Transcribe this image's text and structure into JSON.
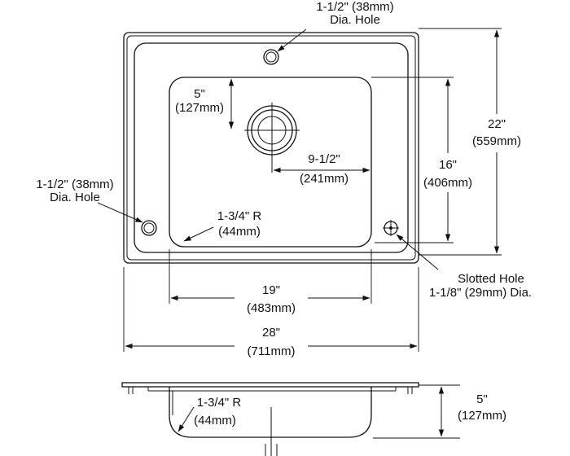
{
  "colors": {
    "line": "#111111",
    "background": "#ffffff"
  },
  "top_view": {
    "faucet_hole": {
      "size": "1-1/2\" (38mm)",
      "label": "Dia. Hole"
    },
    "side_hole": {
      "size": "1-1/2\" (38mm)",
      "label": "Dia. Hole"
    },
    "drain_offset_v": {
      "in": "5\"",
      "mm": "(127mm)"
    },
    "drain_offset_h": {
      "in": "9-1/2\"",
      "mm": "(241mm)"
    },
    "corner_radius": {
      "in": "1-3/4\" R",
      "mm": "(44mm)"
    },
    "bowl_depth_fb": {
      "in": "16\"",
      "mm": "(406mm)"
    },
    "overall_depth": {
      "in": "22\"",
      "mm": "(559mm)"
    },
    "bowl_width": {
      "in": "19\"",
      "mm": "(483mm)"
    },
    "overall_width": {
      "in": "28\"",
      "mm": "(711mm)"
    },
    "slotted_hole": {
      "label": "Slotted Hole",
      "size": "1-1/8\" (29mm) Dia."
    }
  },
  "side_view": {
    "corner_radius": {
      "in": "1-3/4\" R",
      "mm": "(44mm)"
    },
    "bowl_depth": {
      "in": "5\"",
      "mm": "(127mm)"
    }
  }
}
